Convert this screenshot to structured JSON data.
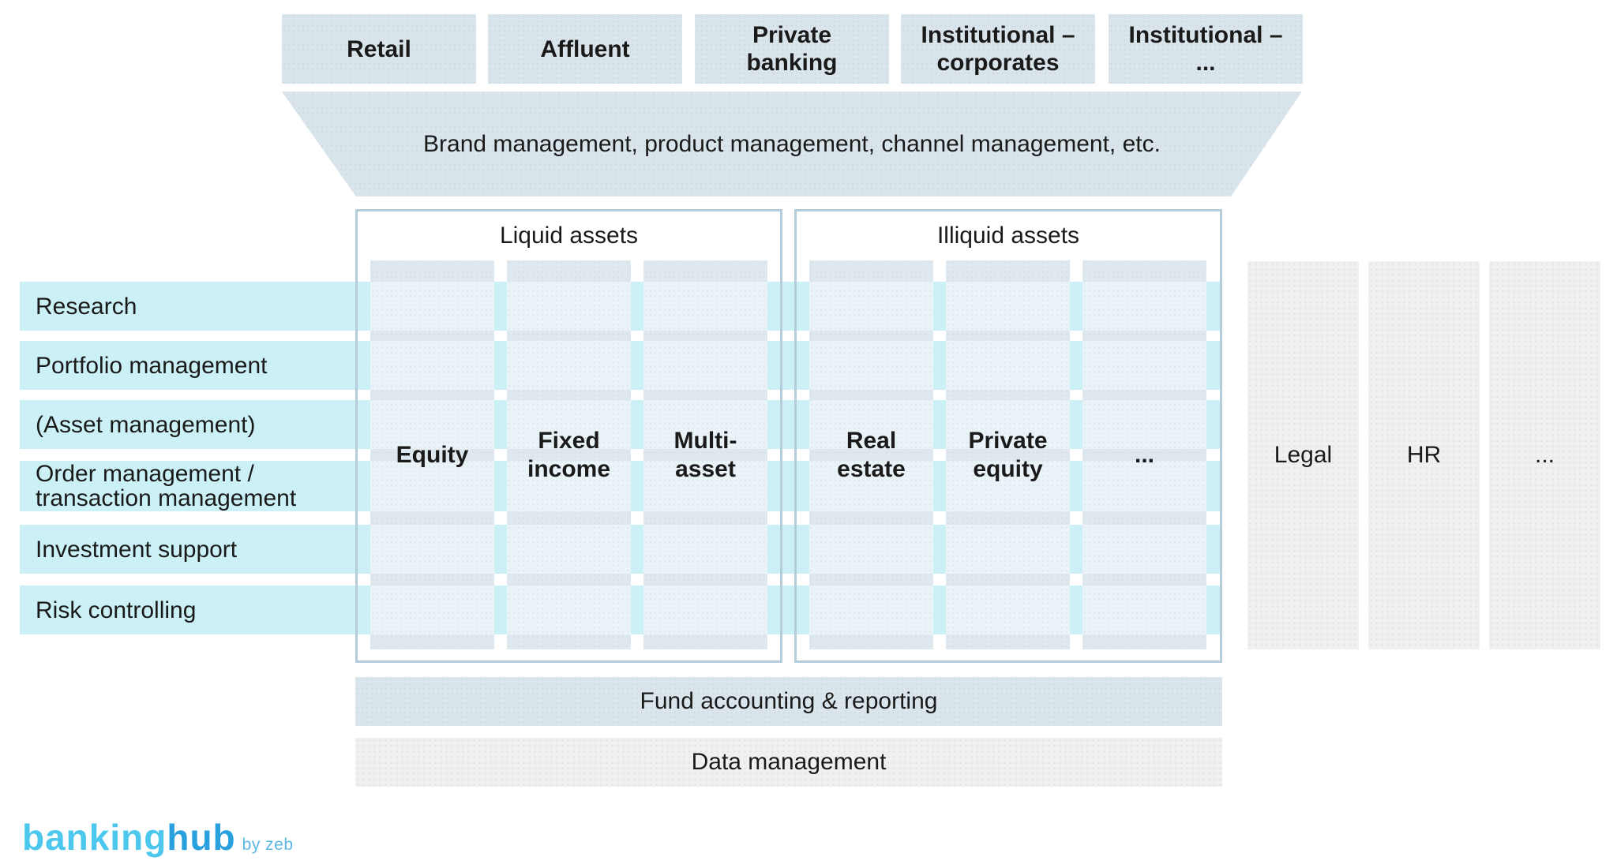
{
  "client_segments": [
    "Retail",
    "Affluent",
    "Private\nbanking",
    "Institutional –\ncorporates",
    "Institutional –\n..."
  ],
  "management_banner": "Brand management, product management, channel management, etc.",
  "value_chain_functions": [
    "Research",
    "Portfolio management",
    "(Asset management)",
    "Order management /\ntransaction management",
    "Investment support",
    "Risk controlling"
  ],
  "asset_classes": {
    "liquid": {
      "title": "Liquid assets",
      "columns": [
        "Equity",
        "Fixed\nincome",
        "Multi-\nasset"
      ]
    },
    "illiquid": {
      "title": "Illiquid assets",
      "columns": [
        "Real\nestate",
        "Private\nequity",
        "..."
      ]
    }
  },
  "support_functions": [
    "Legal",
    "HR",
    "..."
  ],
  "bottom_bars": [
    "Fund accounting & reporting",
    "Data management"
  ],
  "logo": {
    "name_light": "banking",
    "name_bold": "hub",
    "byline": "by zeb"
  },
  "colors": {
    "segment_box": "#d9e4eb",
    "band_cyan": "#cbf1f6",
    "asset_column": "#dee8ee",
    "asset_column_band_tint": "#e9f3f8",
    "panel_border": "#b5cdda",
    "gray_fill": "#f0f0f0",
    "logo_light_blue": "#4cc7ed",
    "logo_dark_blue": "#2aa1df",
    "text": "#1a1a1a"
  }
}
